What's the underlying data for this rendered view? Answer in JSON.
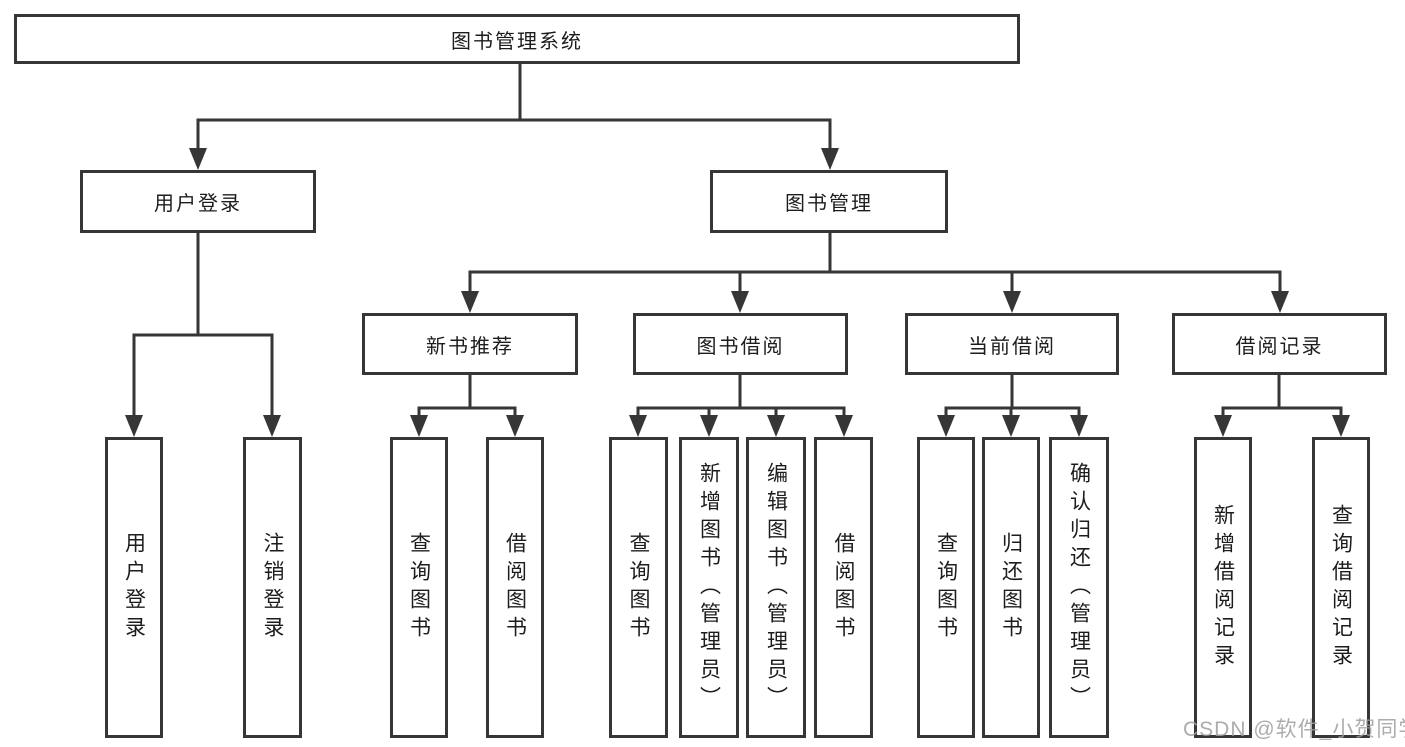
{
  "colors": {
    "line": "#363636",
    "box_border": "#363636",
    "text": "#1d1d1d",
    "background": "#ffffff",
    "watermark": "#9e9e9e"
  },
  "watermark": {
    "text": "CSDN @软件_小贺同学"
  },
  "tree": {
    "root": {
      "label": "图书管理系统"
    },
    "level2": [
      {
        "label": "用户登录"
      },
      {
        "label": "图书管理"
      }
    ],
    "level3": [
      {
        "label": "新书推荐"
      },
      {
        "label": "图书借阅"
      },
      {
        "label": "当前借阅"
      },
      {
        "label": "借阅记录"
      }
    ],
    "leaves": {
      "user_login": [
        {
          "label": "用户登录"
        },
        {
          "label": "注销登录"
        }
      ],
      "new_book": [
        {
          "label": "查询图书"
        },
        {
          "label": "借阅图书"
        }
      ],
      "book_borrow": [
        {
          "label": "查询图书"
        },
        {
          "label": "新增图书（管理员）"
        },
        {
          "label": "编辑图书（管理员）"
        },
        {
          "label": "借阅图书"
        }
      ],
      "current_borrow": [
        {
          "label": "查询图书"
        },
        {
          "label": "归还图书"
        },
        {
          "label": "确认归还（管理员）"
        }
      ],
      "borrow_record": [
        {
          "label": "新增借阅记录"
        },
        {
          "label": "查询借阅记录"
        }
      ]
    }
  }
}
